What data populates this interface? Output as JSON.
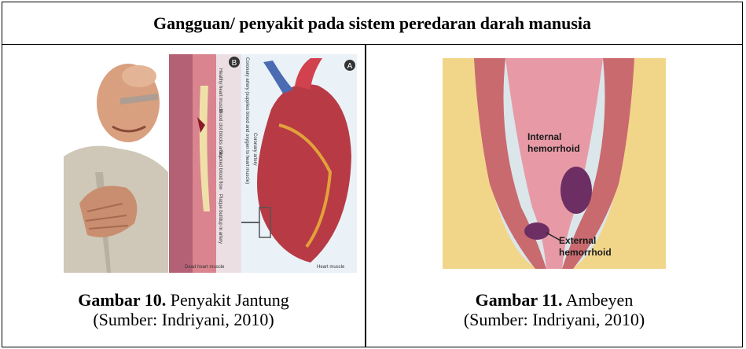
{
  "header": {
    "title": "Gangguan/ penyakit pada sistem peredaran darah manusia"
  },
  "figure_left": {
    "caption_label": "Gambar 10.",
    "caption_text": " Penyakit Jantung",
    "caption_source": "(Sumber: Indriyani, 2010)",
    "panel_marks": [
      "B",
      "A"
    ],
    "labels": {
      "healthy": "Healthy heart muscle",
      "clot": "Blood clot blocks artery",
      "blocked": "Blocked blood flow",
      "plaque": "Plaque buildup in artery",
      "coronary_top": "Coronary artery (supplies blood and oxygen to heart muscle)",
      "coronary_mid": "Coronary artery",
      "dead": "Dead heart muscle",
      "heart_muscle": "Heart muscle"
    }
  },
  "figure_right": {
    "caption_label": "Gambar 11.",
    "caption_text": " Ambeyen",
    "caption_source": "(Sumber: Indriyani, 2010)",
    "label_internal_1": "Internal",
    "label_internal_2": "hemorrhoid",
    "label_external_1": "External",
    "label_external_2": "hemorrhoid"
  }
}
